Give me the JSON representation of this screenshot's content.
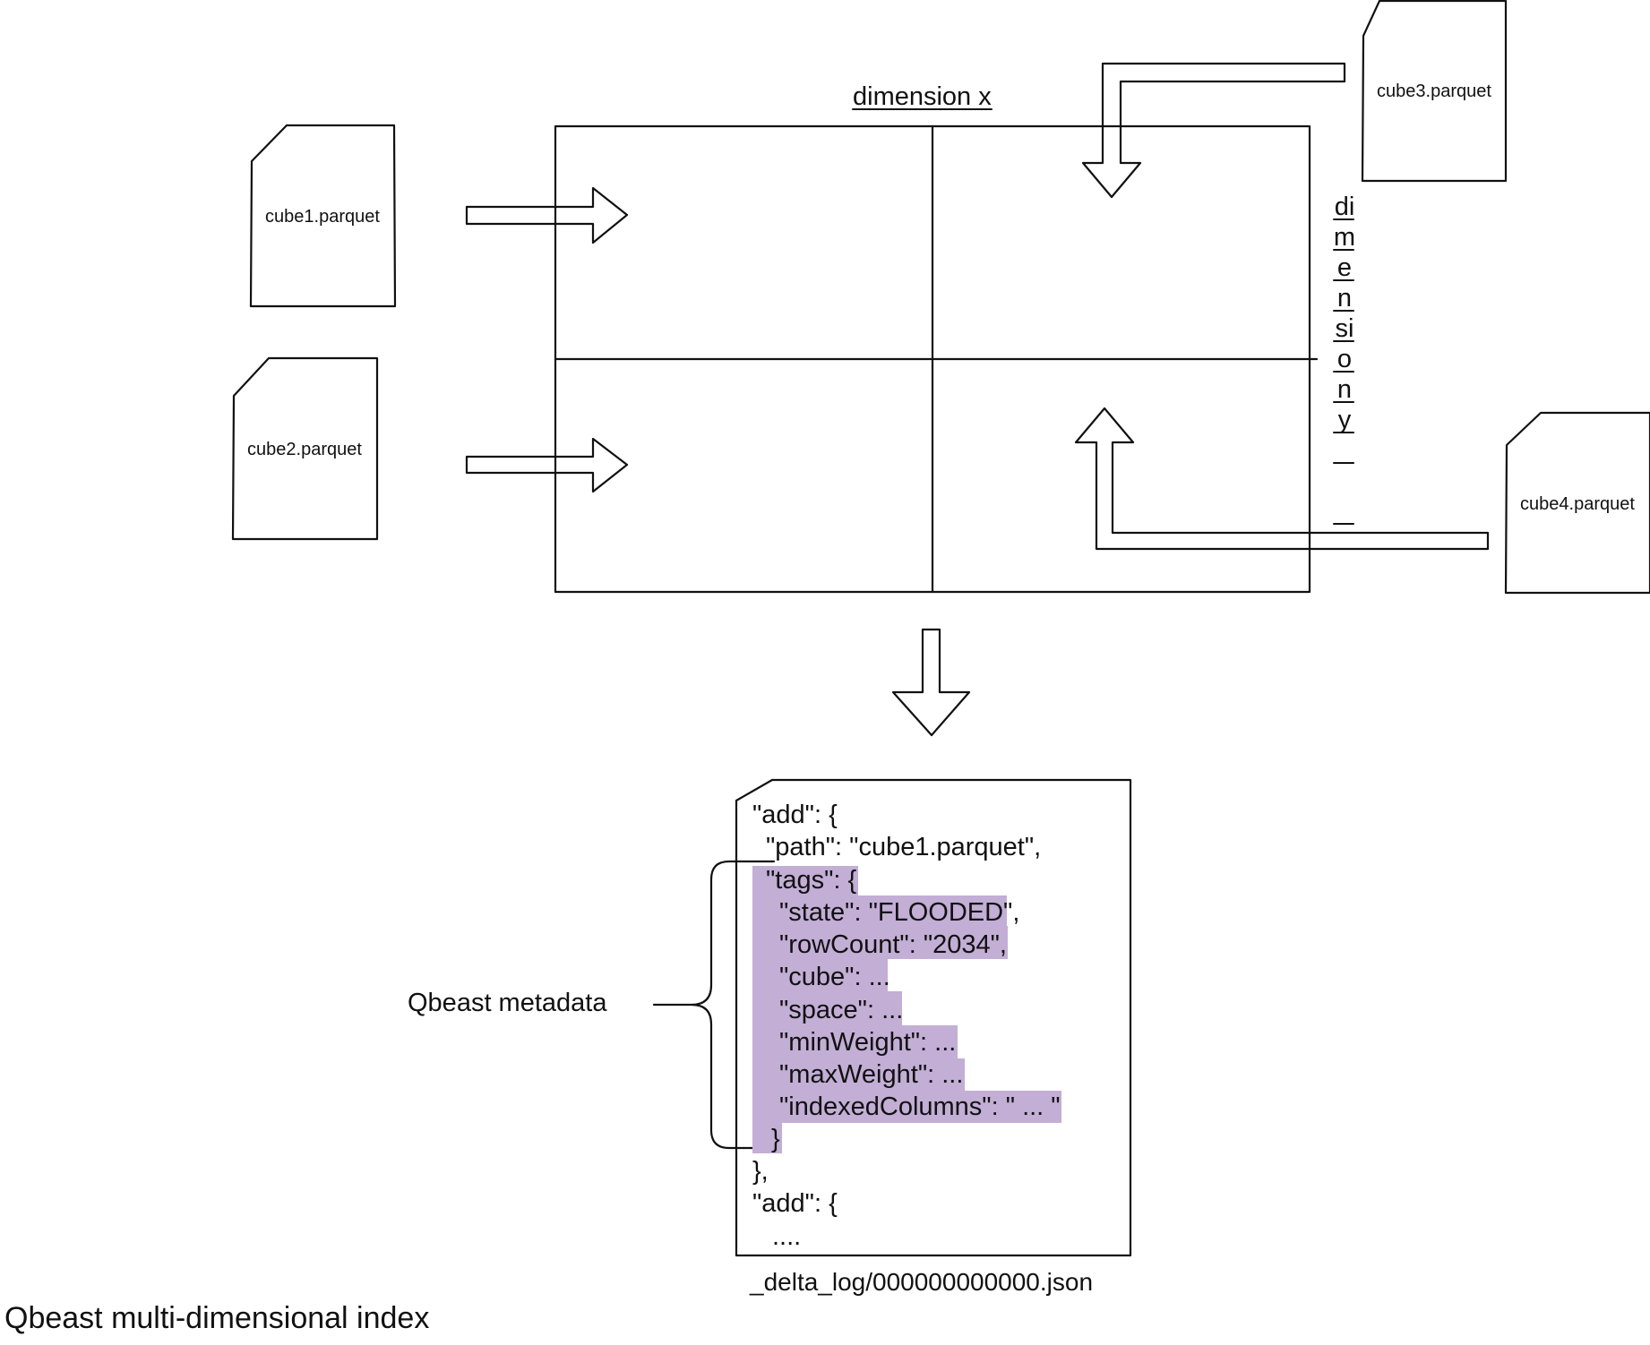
{
  "diagram": {
    "dimension_x_label": "dimension x",
    "dimension_y_label": "dimension y",
    "files": {
      "cube1": "cube1.parquet",
      "cube2": "cube2.parquet",
      "cube3": "cube3.parquet",
      "cube4": "cube4.parquet"
    },
    "json_lines": [
      "\"add\": {",
      "\"path\": \"cube1.parquet\",",
      "\"tags\": {",
      "\"state\": \"FLOODED\",",
      "\"rowCount\": \"2034\",",
      "\"cube\": ...",
      "\"space\": ...",
      "\"minWeight\": ...",
      "\"maxWeight\": ...",
      "\"indexedColumns\": \" ... \"",
      "}",
      "},",
      "\"add\": {",
      "...."
    ],
    "metadata_label": "Qbeast metadata",
    "delta_log_filename": "_delta_log/000000000000.json",
    "caption": "Qbeast multi-dimensional index",
    "highlight_color": "#c3aed6"
  }
}
